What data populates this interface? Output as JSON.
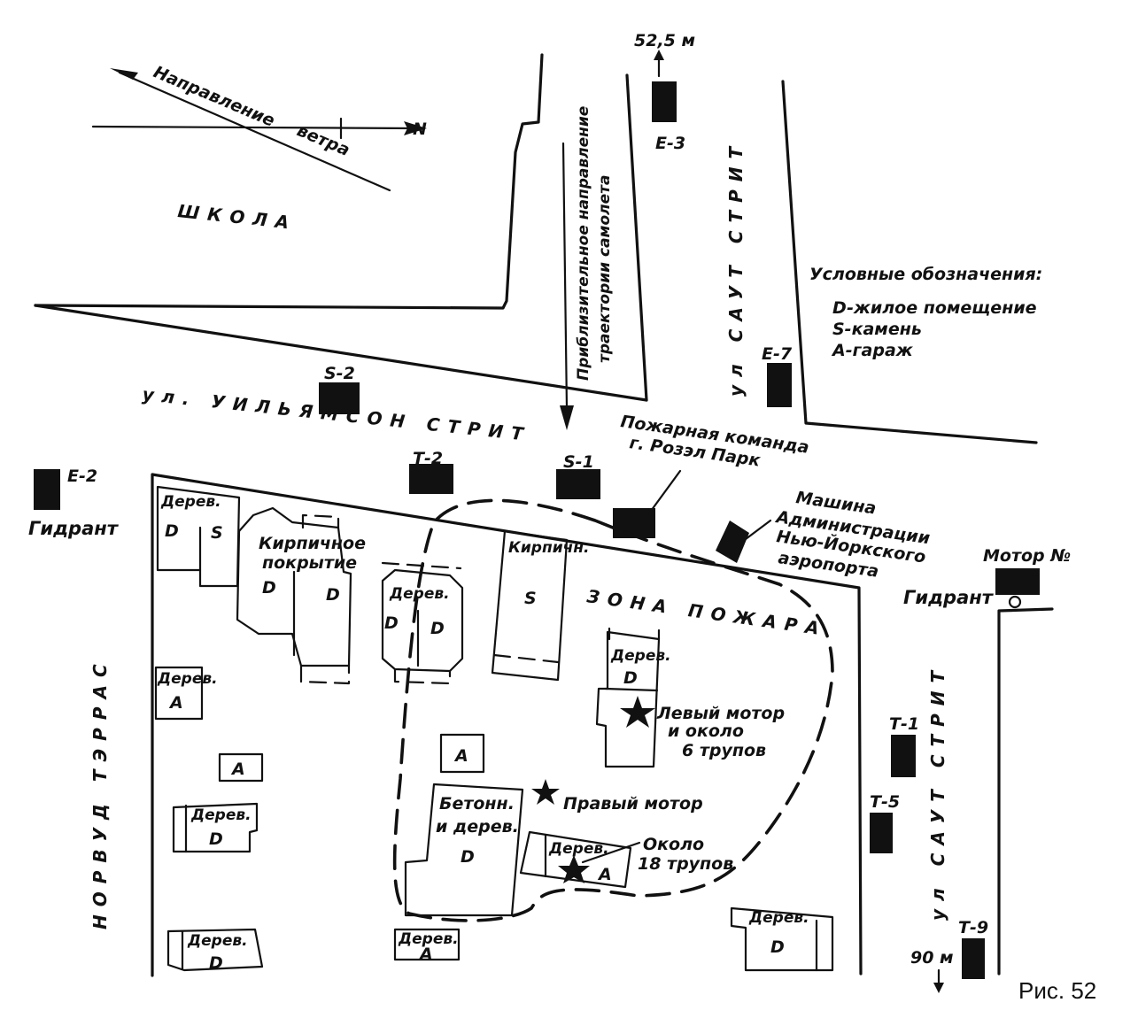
{
  "figure": {
    "caption": "Рис. 52"
  },
  "compass": {
    "north": "N",
    "wind_line1": "Направление",
    "wind_line2": "ветра"
  },
  "trajectory": {
    "line1": "Приблизительное направление",
    "line2": "траектории самолета"
  },
  "streets": {
    "school": "ШКОЛА",
    "williamson": "ул. УИЛЬЯМСОН СТРИТ",
    "south_street_top": "ул САУТ СТРИТ",
    "south_street_bottom": "ул САУТ СТРИТ",
    "norwood": "НОРВУД ТЭРРАС"
  },
  "legend": {
    "title": "Условные обозначения:",
    "items": [
      "D-жилое помещение",
      "S-камень",
      "A-гараж"
    ]
  },
  "units": {
    "e3": "Е-3",
    "e3_distance": "52,5 м",
    "e7": "Е-7",
    "s2": "S-2",
    "t2": "Т-2",
    "s1": "S-1",
    "e2": "Е-2",
    "t1": "Т-1",
    "t5": "Т-5",
    "t9": "Т-9",
    "t9_distance": "90 м",
    "motor": "Мотор №",
    "hydrant_left": "Гидрант",
    "hydrant_right": "Гидрант"
  },
  "callouts": {
    "fire_company_line1": "Пожарная команда",
    "fire_company_line2": "г. Розэл Парк",
    "airport_car_line1": "Машина",
    "airport_car_line2": "Администрации",
    "airport_car_line3": "Нью-Йоркского",
    "airport_car_line4": "аэропорта"
  },
  "zone": {
    "label": "ЗОНА ПОЖАРА"
  },
  "buildings": {
    "b1_type": "Дерев.",
    "b1_d": "D",
    "b1_s": "S",
    "b2_type1": "Кирпичное",
    "b2_type2": "покрытие",
    "b2_d1": "D",
    "b2_d2": "D",
    "b3_type": "Дерев.",
    "b3_d1": "D",
    "b3_d2": "D",
    "b4_type": "Кирпичн.",
    "b4_s": "S",
    "b5_type": "Дерев.",
    "b5_d": "D",
    "b6_type": "Дерев.",
    "b6_a": "A",
    "b7_a": "A",
    "b8_type": "Дерев.",
    "b8_d": "D",
    "b9_type": "Дерев.",
    "b9_d": "D",
    "b10_a": "A",
    "b11_type1": "Бетонн.",
    "b11_type2": "и дерев.",
    "b11_d": "D",
    "b12_type": "Дерев.",
    "b12_a": "A",
    "b13_type": "Дерев.",
    "b13_a": "A",
    "b14_type": "Дерев.",
    "b14_d": "D"
  },
  "markers": {
    "left_motor_line1": "Левый мотор",
    "left_motor_line2": "и около",
    "left_motor_line3": "6 трупов",
    "right_motor": "Правый мотор",
    "bodies_line1": "Около",
    "bodies_line2": "18 трупов"
  }
}
